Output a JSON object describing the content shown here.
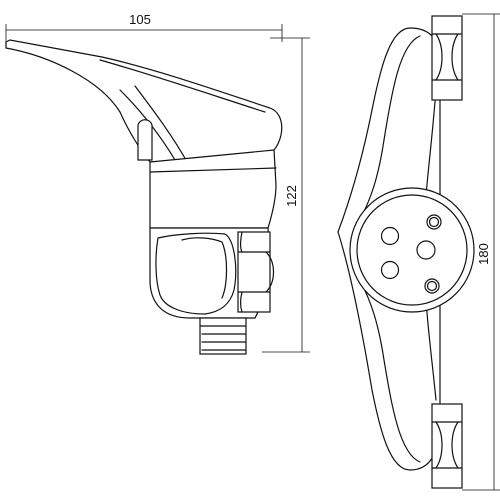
{
  "dimensions": {
    "width_label": "105",
    "height_side_label": "122",
    "length_front_label": "180"
  }
}
